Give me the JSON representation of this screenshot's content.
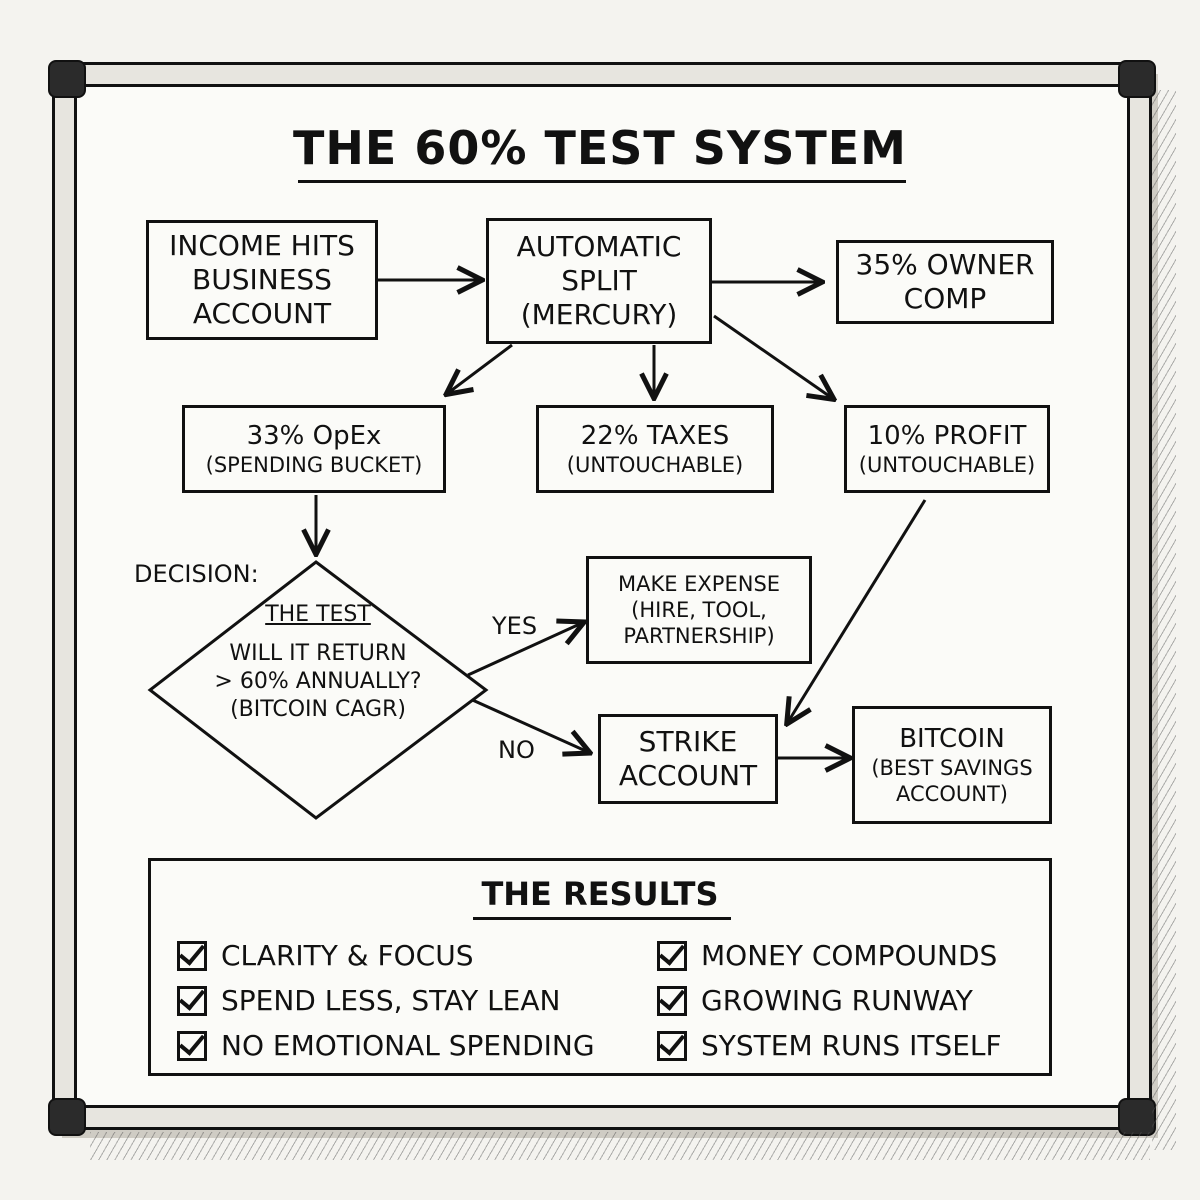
{
  "title": "THE 60% TEST SYSTEM",
  "boxes": {
    "income": [
      "INCOME HITS",
      "BUSINESS",
      "ACCOUNT"
    ],
    "split": [
      "AUTOMATIC",
      "SPLIT",
      "(MERCURY)"
    ],
    "owner": [
      "35% OWNER",
      "COMP"
    ],
    "opex": [
      "33% OpEx",
      "(SPENDING BUCKET)"
    ],
    "taxes": [
      "22% TAXES",
      "(UNTOUCHABLE)"
    ],
    "profit": [
      "10% PROFIT",
      "(UNTOUCHABLE)"
    ],
    "expense": [
      "MAKE EXPENSE",
      "(HIRE, TOOL,",
      "PARTNERSHIP)"
    ],
    "strike": [
      "STRIKE",
      "ACCOUNT"
    ],
    "bitcoin": [
      "BITCOIN",
      "(BEST SAVINGS",
      "ACCOUNT)"
    ]
  },
  "decision": {
    "label": "DECISION:",
    "test_title": "THE TEST",
    "question": [
      "WILL IT RETURN",
      "> 60% ANNUALLY?",
      "(BITCOIN CAGR)"
    ],
    "yes": "YES",
    "no": "NO"
  },
  "results": {
    "title": "THE RESULTS",
    "left": [
      "CLARITY & FOCUS",
      "SPEND LESS, STAY LEAN",
      "NO EMOTIONAL SPENDING"
    ],
    "right": [
      "MONEY COMPOUNDS",
      "GROWING RUNWAY",
      "SYSTEM RUNS ITSELF"
    ]
  }
}
